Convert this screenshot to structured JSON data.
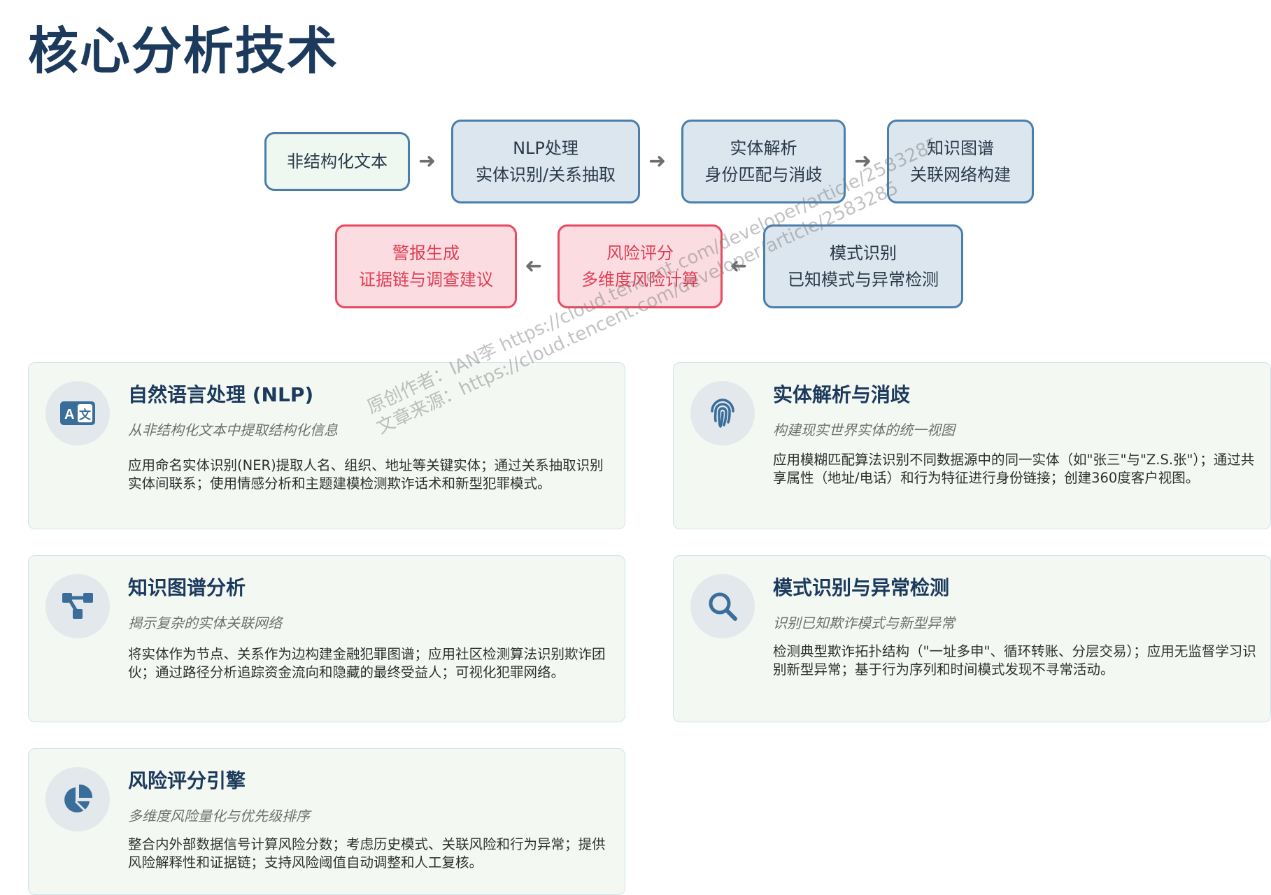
{
  "title": "核心分析技术",
  "flow": {
    "row1": [
      {
        "lines": [
          "非结构化文本"
        ]
      },
      {
        "lines": [
          "NLP处理",
          "实体识别/关系抽取"
        ]
      },
      {
        "lines": [
          "实体解析",
          "身份匹配与消歧"
        ]
      },
      {
        "lines": [
          "知识图谱",
          "关联网络构建"
        ]
      }
    ],
    "row2": [
      {
        "lines": [
          "警报生成",
          "证据链与调查建议"
        ]
      },
      {
        "lines": [
          "风险评分",
          "多维度风险计算"
        ]
      },
      {
        "lines": [
          "模式识别",
          "已知模式与异常检测"
        ]
      }
    ],
    "colors": {
      "green_bg": "#eef8f0",
      "blue_bg": "#dce6ef",
      "node_border": "#4a7eab",
      "alert_border": "#e84a5f",
      "alert_text": "#e03d55"
    }
  },
  "cards": [
    {
      "icon": "translate-icon",
      "title": "自然语言处理 (NLP)",
      "subtitle": "从非结构化文本中提取结构化信息",
      "desc": "应用命名实体识别(NER)提取人名、组织、地址等关键实体；通过关系抽取识别实体间联系；使用情感分析和主题建模检测欺诈话术和新型犯罪模式。"
    },
    {
      "icon": "fingerprint-icon",
      "title": "实体解析与消歧",
      "subtitle": "构建现实世界实体的统一视图",
      "desc": "应用模糊匹配算法识别不同数据源中的同一实体（如\"张三\"与\"Z.S.张\"）；通过共享属性（地址/电话）和行为特征进行身份链接；创建360度客户视图。"
    },
    {
      "icon": "network-icon",
      "title": "知识图谱分析",
      "subtitle": "揭示复杂的实体关联网络",
      "desc": "将实体作为节点、关系作为边构建金融犯罪图谱；应用社区检测算法识别欺诈团伙；通过路径分析追踪资金流向和隐藏的最终受益人；可视化犯罪网络。"
    },
    {
      "icon": "search-icon",
      "title": "模式识别与异常检测",
      "subtitle": "识别已知欺诈模式与新型异常",
      "desc": "检测典型欺诈拓扑结构（\"一址多申\"、循环转账、分层交易）；应用无监督学习识别新型异常；基于行为序列和时间模式发现不寻常活动。"
    },
    {
      "icon": "pie-chart-icon",
      "title": "风险评分引擎",
      "subtitle": "多维度风险量化与优先级排序",
      "desc": "整合内外部数据信号计算风险分数；考虑历史模式、关联风险和行为异常；提供风险解释性和证据链；支持风险阈值自动调整和人工复核。"
    }
  ],
  "watermark": {
    "line1": "原创作者：IAN李 https://cloud.tencent.com/developer/article/2583285",
    "line2": "文章来源：https://cloud.tencent.com/developer/article/2583285"
  }
}
